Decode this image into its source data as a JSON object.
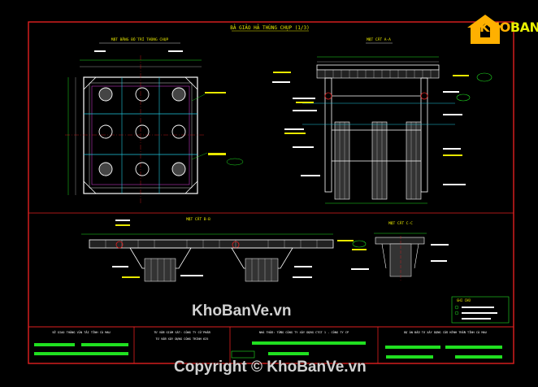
{
  "sheet": {
    "title": "BẢ GIẢO HẢ THÙNG CHỤP (1/3)",
    "plan_view_title": "MẶT BẰNG BỐ TRÍ THÙNG CHỤP",
    "section_aa_title": "MẶT CẮT A-A",
    "section_bb_title": "MẶT CẮT B-B",
    "section_cc_title": "MẶT CẮT C-C",
    "notes_title": "GHI CHÚ"
  },
  "title_block": {
    "owner": "SỞ GIAO THÔNG VẬN TẢI TỈNH CÀ MAU",
    "consultant_line1": "TƯ VẤN GIÁM SÁT: CÔNG TY CỔ PHẦN",
    "consultant_line2": "TƯ VẤN XÂY DỰNG CÔNG TRÌNH 625",
    "contractor": "NHÀ THẦU: TỔNG CÔNG TY XÂY DỰNG CTGT 1 - CÔNG TY CP",
    "project": "DỰ ÁN ĐẦU TƯ XÂY DỰNG CẦU KÊNH TRẦN TỈNH CÀ MAU"
  },
  "logo": {
    "brand_main": "KHO",
    "brand_accent": "BANVE"
  },
  "watermarks": {
    "center": "KhoBanVe.vn",
    "footer": "Copyright © KhoBanVe.vn"
  },
  "colors": {
    "background": "#000000",
    "frame": "#e02020",
    "linework": "#ffffff",
    "accent_green": "#20e020",
    "accent_cyan": "#20c8e0",
    "accent_yellow": "#e8e800"
  }
}
